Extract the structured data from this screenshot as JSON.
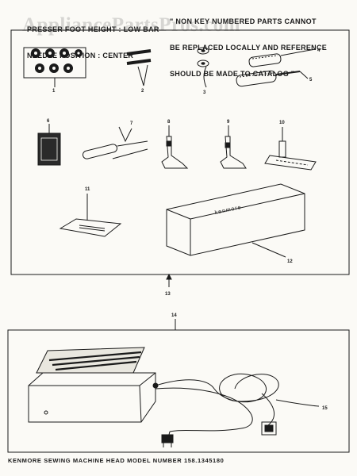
{
  "header": {
    "left_line1": "PRESSER FOOT HEIGHT : LOW BAR",
    "left_line2": "NEEDLE POSITION : CENTER",
    "right_line1": "\" NON KEY NUMBERED PARTS CANNOT",
    "right_line2": "BE REPLACED LOCALLY AND REFERENCE",
    "right_line3": "SHOULD BE MADE TO CATALOG \""
  },
  "watermark": "AppliancePartsPros.com",
  "callouts": [
    "1",
    "2",
    "3",
    "4",
    "5",
    "6",
    "7",
    "8",
    "9",
    "10",
    "11",
    "12",
    "13",
    "14",
    "15"
  ],
  "box_label": "kenmore",
  "footer": "KENMORE SEWING MACHINE HEAD  MODEL NUMBER 158.1345180",
  "colors": {
    "ink": "#1a1a1a",
    "paper": "#fbfaf6"
  }
}
